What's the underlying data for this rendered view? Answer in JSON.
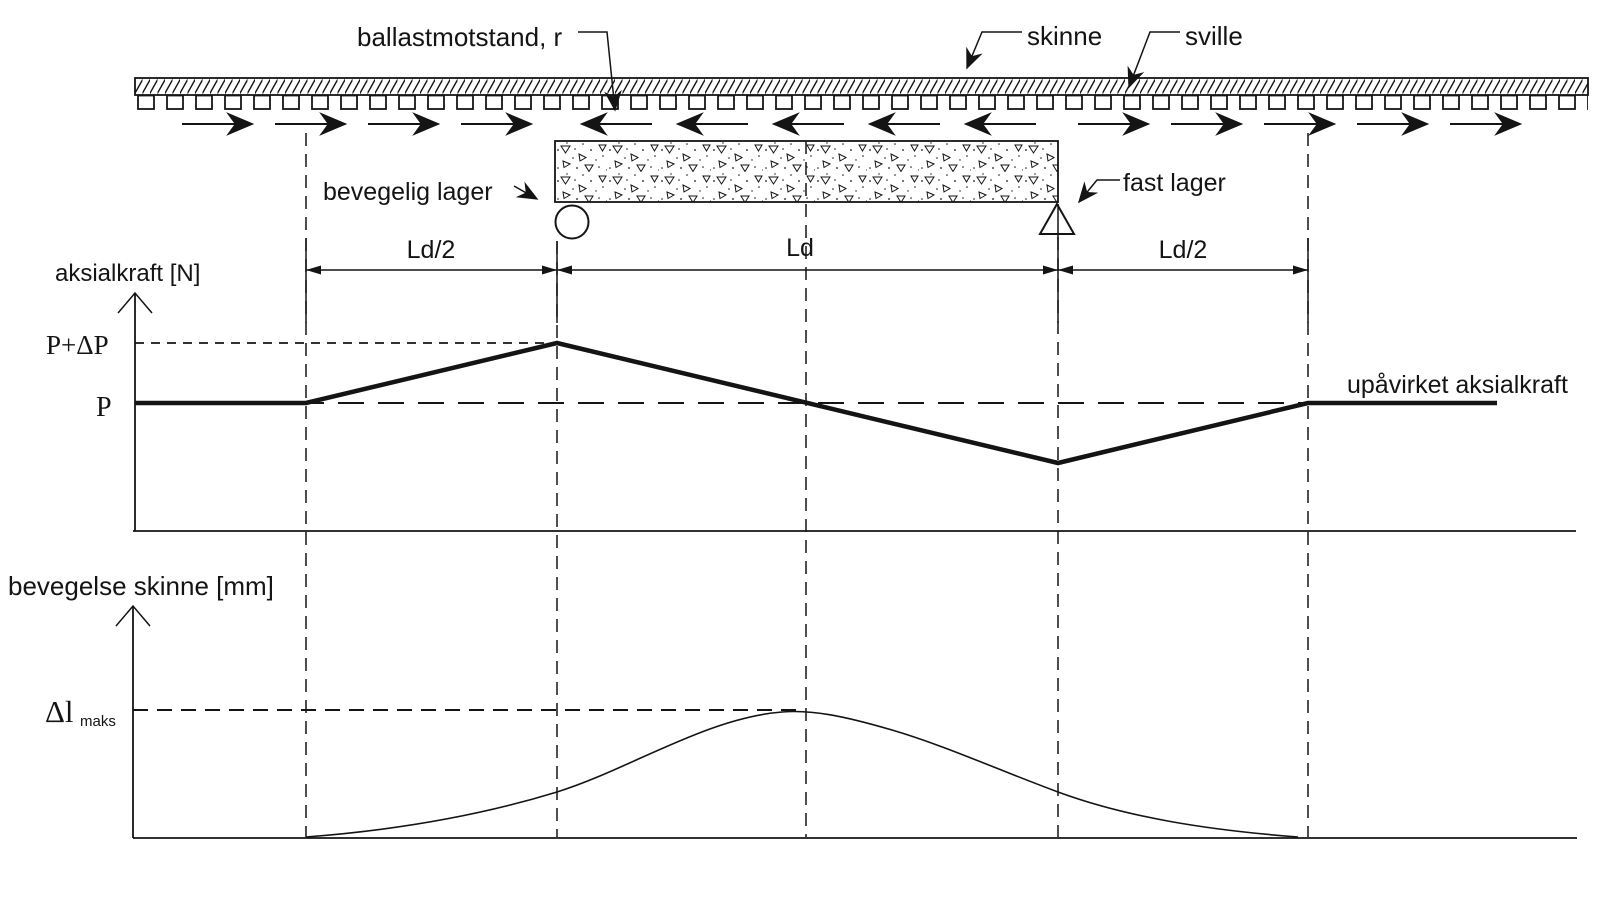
{
  "figure": {
    "track": {
      "ballast_label": "ballastmotstand, r",
      "rail_label": "skinne",
      "sleeper_label": "sville"
    },
    "bridge": {
      "movable_bearing_label": "bevegelig lager",
      "fixed_bearing_label": "fast lager"
    },
    "dimensions": {
      "left": "Ld/2",
      "middle": "Ld",
      "right": "Ld/2"
    },
    "axial_force_graph": {
      "axis_label": "aksialkraft [N]",
      "upper_tick": "P+ΔP",
      "lower_tick": "P",
      "unaffected_label": "upåvirket aksialkraft"
    },
    "rail_movement_graph": {
      "axis_label": "bevegelse skinne [mm]",
      "max_tick": "Δl",
      "max_tick_sub": "maks"
    }
  },
  "colors": {
    "ink": "#141414",
    "paper": "#ffffff"
  }
}
